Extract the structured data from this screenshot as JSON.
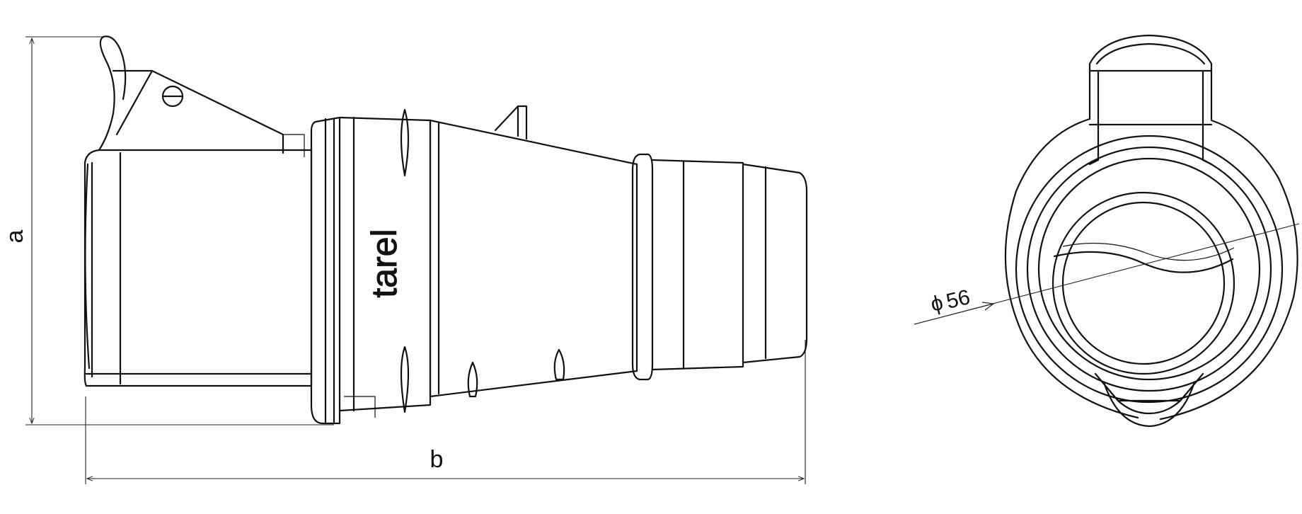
{
  "drawing": {
    "dimensions": {
      "height_label": "a",
      "length_label": "b",
      "diameter_symbol": "ϕ",
      "diameter_value": "56"
    },
    "brand_text": "tarel"
  }
}
